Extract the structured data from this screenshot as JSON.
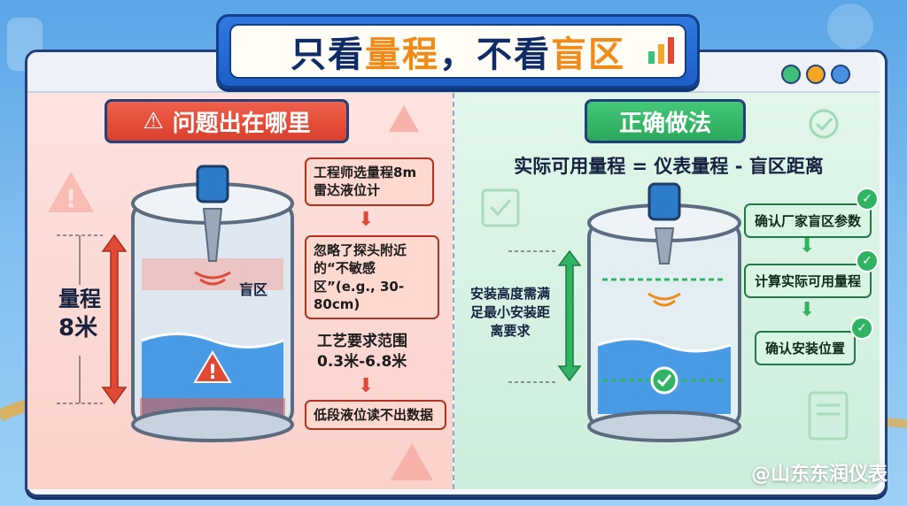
{
  "title": {
    "part1": "只看",
    "part2": "量程",
    "part3": "，不看",
    "part4": "盲区"
  },
  "left": {
    "header": "问题出在哪里",
    "range_label": "量程",
    "range_value": "8米",
    "blind_label": "盲区",
    "callouts": [
      "工程师选量程8m雷达液位计",
      "忽略了探头附近的“不敏感区”(e.g., 30-80cm)",
      "工艺要求范围0.3米-6.8米",
      "低段液位读不出数据"
    ]
  },
  "right": {
    "header": "正确做法",
    "formula": "实际可用量程 = 仪表量程 - 盲区距离",
    "install_note": "安装高度需满足最小安装距离要求",
    "steps": [
      "确认厂家盲区参数",
      "计算实际可用量程",
      "确认安装位置"
    ]
  },
  "watermark": "@山东东润仪表",
  "colors": {
    "accent": "#f08a18",
    "danger": "#e04a35",
    "ok": "#2fb463",
    "navy": "#22407a"
  }
}
